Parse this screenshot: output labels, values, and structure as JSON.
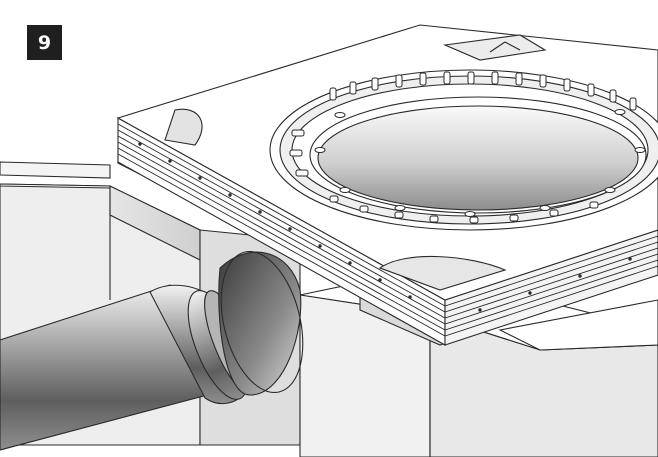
{
  "figure": {
    "step_number": "9",
    "parts": [
      {
        "name": "drain-plate",
        "icon": "square-flange-plate"
      },
      {
        "name": "circular-grate",
        "icon": "round-grate"
      },
      {
        "name": "pipe",
        "icon": "cylinder-pipe"
      },
      {
        "name": "concrete-channel",
        "icon": "channel-block"
      }
    ],
    "colors": {
      "line": "#2a2a2a",
      "surface": "#ffffff",
      "shade": "#d9d9d9",
      "badge_bg": "#1f1f1f",
      "badge_text": "#ffffff"
    }
  }
}
